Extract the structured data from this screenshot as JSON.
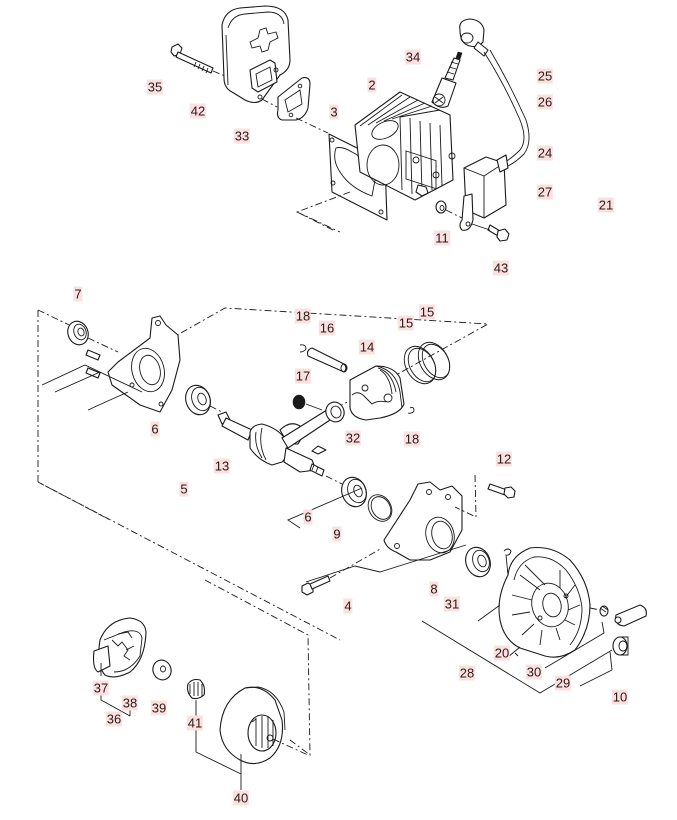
{
  "diagram": {
    "title": "Engine exploded parts diagram",
    "label_color": "#fbe0e0",
    "line_color": "#1a1a1a",
    "groups": {
      "exhaust": [
        "35",
        "42",
        "33",
        "3",
        "2",
        "34",
        "11",
        "43"
      ],
      "ignition": {
        "assembly": "21",
        "subparts": [
          "25",
          "26",
          "24",
          "27"
        ]
      },
      "crankcase": {
        "assembly": "5",
        "subparts": [
          "7",
          "6",
          "13",
          "6",
          "9",
          "4",
          "12",
          "8"
        ]
      },
      "piston": [
        "18",
        "16",
        "14",
        "15",
        "15",
        "17",
        "18",
        "32"
      ],
      "flywheel": {
        "assembly": "28",
        "subparts": [
          "31",
          "20",
          "30",
          "29",
          "10"
        ]
      },
      "clutch": {
        "assembly": "36",
        "subparts": [
          "37",
          "38",
          "39",
          "41",
          "40"
        ]
      }
    },
    "callouts": [
      {
        "id": "35",
        "text": "35"
      },
      {
        "id": "42",
        "text": "42"
      },
      {
        "id": "33",
        "text": "33"
      },
      {
        "id": "3",
        "text": "3"
      },
      {
        "id": "2",
        "text": "2"
      },
      {
        "id": "34",
        "text": "34"
      },
      {
        "id": "25",
        "text": "25"
      },
      {
        "id": "26",
        "text": "26"
      },
      {
        "id": "24",
        "text": "24"
      },
      {
        "id": "27",
        "text": "27"
      },
      {
        "id": "21",
        "text": "21"
      },
      {
        "id": "11",
        "text": "11"
      },
      {
        "id": "43",
        "text": "43"
      },
      {
        "id": "7",
        "text": "7"
      },
      {
        "id": "18a",
        "text": "18"
      },
      {
        "id": "16",
        "text": "16"
      },
      {
        "id": "14",
        "text": "14"
      },
      {
        "id": "15a",
        "text": "15"
      },
      {
        "id": "15b",
        "text": "15"
      },
      {
        "id": "17",
        "text": "17"
      },
      {
        "id": "18b",
        "text": "18"
      },
      {
        "id": "6a",
        "text": "6"
      },
      {
        "id": "32",
        "text": "32"
      },
      {
        "id": "13",
        "text": "13"
      },
      {
        "id": "5",
        "text": "5"
      },
      {
        "id": "12",
        "text": "12"
      },
      {
        "id": "6b",
        "text": "6"
      },
      {
        "id": "9",
        "text": "9"
      },
      {
        "id": "4",
        "text": "4"
      },
      {
        "id": "8",
        "text": "8"
      },
      {
        "id": "31",
        "text": "31"
      },
      {
        "id": "20",
        "text": "20"
      },
      {
        "id": "28",
        "text": "28"
      },
      {
        "id": "30",
        "text": "30"
      },
      {
        "id": "29",
        "text": "29"
      },
      {
        "id": "10",
        "text": "10"
      },
      {
        "id": "37",
        "text": "37"
      },
      {
        "id": "38",
        "text": "38"
      },
      {
        "id": "36",
        "text": "36"
      },
      {
        "id": "39",
        "text": "39"
      },
      {
        "id": "41",
        "text": "41"
      },
      {
        "id": "40",
        "text": "40"
      }
    ]
  }
}
